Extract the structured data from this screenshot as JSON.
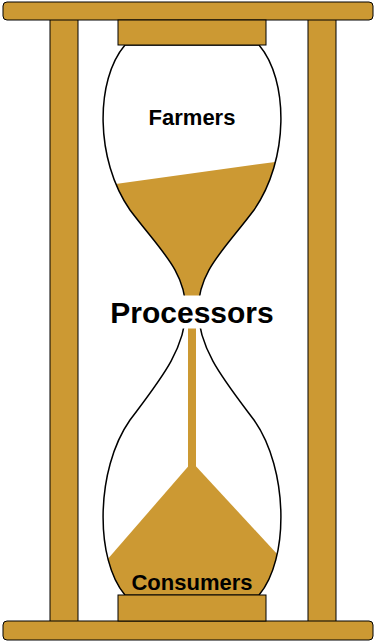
{
  "diagram": {
    "nodes": [
      {
        "text": [
          "Farmers",
          "Processors",
          "Consumers"
        ]
      }
    ]
  }
}
